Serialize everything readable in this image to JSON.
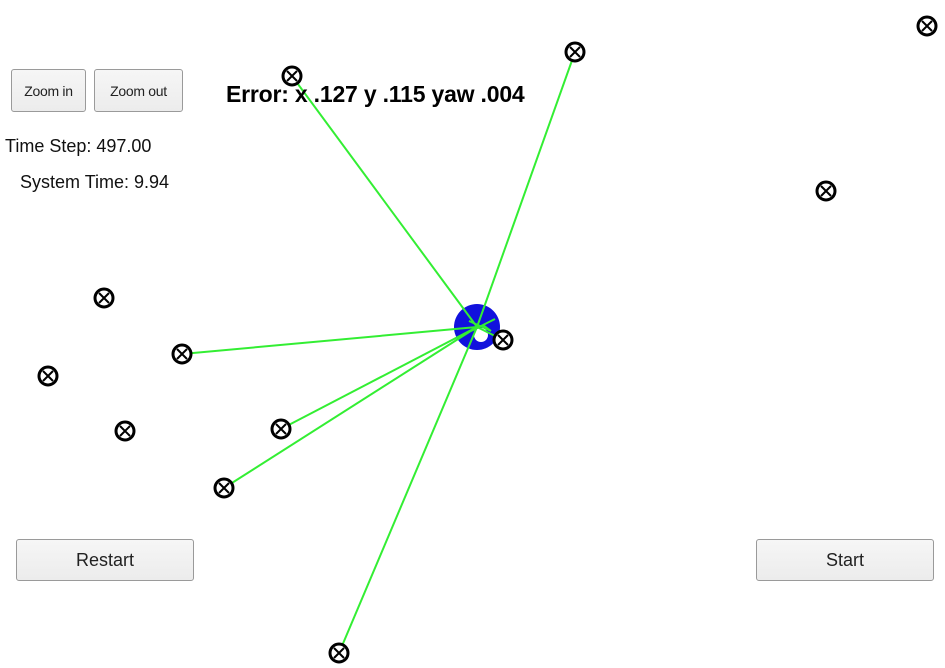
{
  "controls": {
    "zoom_in_label": "Zoom in",
    "zoom_out_label": "Zoom out",
    "restart_label": "Restart",
    "start_label": "Start"
  },
  "status": {
    "time_step_text": "Time Step: 497.00",
    "system_time_text": "System Time: 9.94",
    "error_text": "Error: x .127 y .115 yaw .004"
  },
  "colors": {
    "observation_line": "#33ee33",
    "vehicle": "#1111dd",
    "landmark": "#000000",
    "background": "#ffffff"
  },
  "icons": {
    "landmark": "circled-x-marker",
    "vehicle": "filled-circle-with-heading-arrows"
  }
}
